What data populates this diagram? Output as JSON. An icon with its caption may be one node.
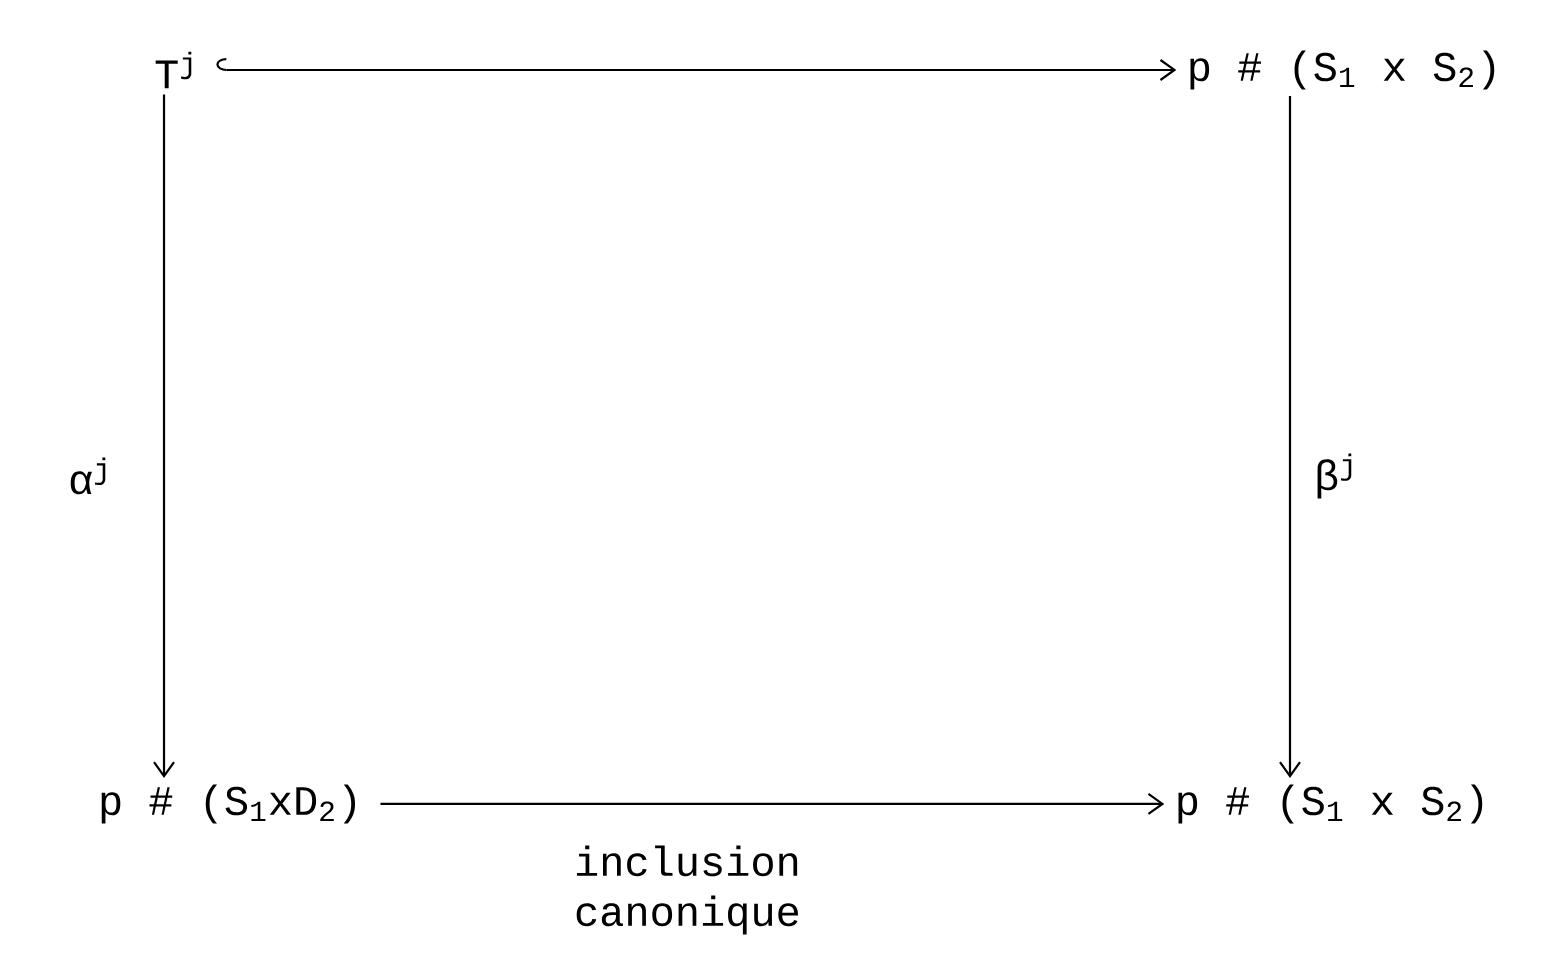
{
  "diagram": {
    "nodes": [
      {
        "text": [
          "T$^{j}$"
        ]
      },
      {
        "text": [
          "p # (S$_{1}$ x S$_{2}$)"
        ]
      },
      {
        "text": [
          "p # (S$_{1}$xD$_{2}$)"
        ]
      },
      {
        "text": [
          "p # (S$_{1}$ x S$_{2}$)"
        ]
      }
    ],
    "edges": [
      {
        "from": 0,
        "to": 1,
        "arrow": "to"
      },
      {
        "from": 0,
        "to": 2,
        "arrow": "to",
        "label": "α$^{j}$"
      },
      {
        "from": 1,
        "to": 3,
        "arrow": "to",
        "label": "β$^{j}$"
      },
      {
        "from": 2,
        "to": 3,
        "arrow": "to",
        "label": "inclusion canonique"
      }
    ]
  }
}
